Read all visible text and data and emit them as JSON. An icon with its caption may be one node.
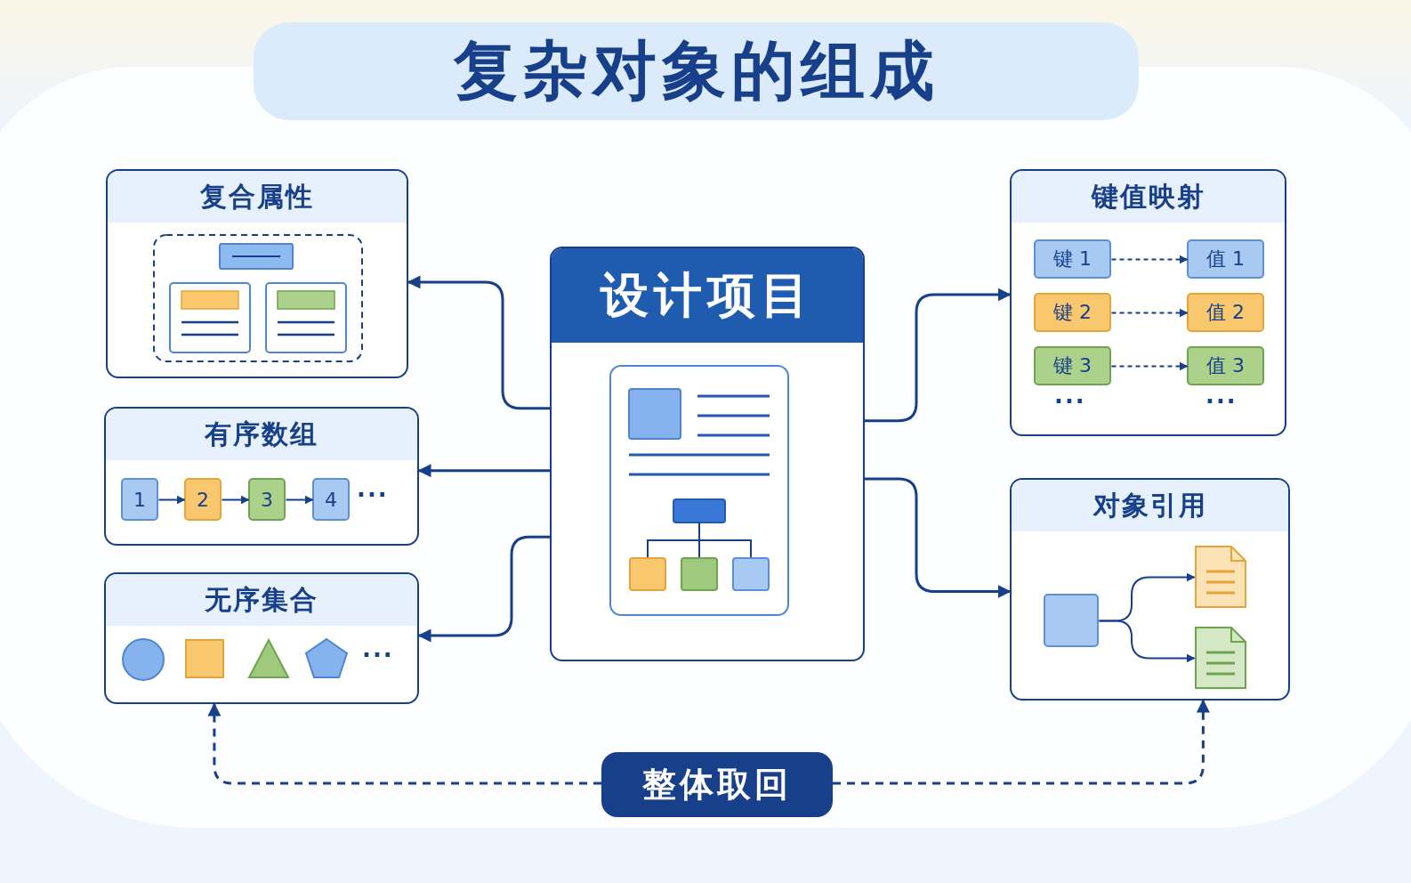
{
  "diagram": {
    "title": "复杂对象的组成",
    "nodes": [
      {
        "text": [
          "复合属性"
        ]
      },
      {
        "text": [
          "有序数组"
        ]
      },
      {
        "text": [
          "无序集合"
        ]
      },
      {
        "text": [
          "设计项目"
        ]
      },
      {
        "text": [
          "键值映射"
        ]
      },
      {
        "text": [
          "对象引用"
        ]
      },
      {
        "text": [
          "整体取回"
        ]
      },
      {
        "text": [
          "1"
        ],
        "in": 1
      },
      {
        "text": [
          "2"
        ],
        "in": 1
      },
      {
        "text": [
          "3"
        ],
        "in": 1
      },
      {
        "text": [
          "4"
        ],
        "in": 1
      },
      {
        "text": [
          "键 1"
        ],
        "in": 4
      },
      {
        "text": [
          "值 1"
        ],
        "in": 4
      },
      {
        "text": [
          "键 2"
        ],
        "in": 4
      },
      {
        "text": [
          "值 2"
        ],
        "in": 4
      },
      {
        "text": [
          "键 3"
        ],
        "in": 4
      },
      {
        "text": [
          "值 3"
        ],
        "in": 4
      },
      {
        "text": [],
        "shape": "box",
        "in": 5
      },
      {
        "text": [],
        "shape": "document",
        "in": 5
      },
      {
        "text": [],
        "shape": "document",
        "in": 5
      }
    ],
    "edges": [
      {
        "from": 3,
        "to": 0,
        "arrow": "to"
      },
      {
        "from": 3,
        "to": 1,
        "arrow": "to"
      },
      {
        "from": 3,
        "to": 2,
        "arrow": "to"
      },
      {
        "from": 3,
        "to": 4,
        "arrow": "to"
      },
      {
        "from": 3,
        "to": 5,
        "arrow": "to"
      },
      {
        "from": 6,
        "to": 2,
        "arrow": "to",
        "style": "dashed"
      },
      {
        "from": 6,
        "to": 5,
        "arrow": "to",
        "style": "dashed"
      },
      {
        "from": 7,
        "to": 8,
        "arrow": "to"
      },
      {
        "from": 8,
        "to": 9,
        "arrow": "to"
      },
      {
        "from": 9,
        "to": 10,
        "arrow": "to"
      },
      {
        "from": 11,
        "to": 12,
        "arrow": "to",
        "style": "dashed"
      },
      {
        "from": 13,
        "to": 14,
        "arrow": "to",
        "style": "dashed"
      },
      {
        "from": 15,
        "to": 16,
        "arrow": "to",
        "style": "dashed"
      },
      {
        "from": 17,
        "to": 18,
        "arrow": "to"
      },
      {
        "from": 17,
        "to": 19,
        "arrow": "to"
      }
    ],
    "labels": [
      "···",
      "···",
      "···",
      "···"
    ]
  }
}
